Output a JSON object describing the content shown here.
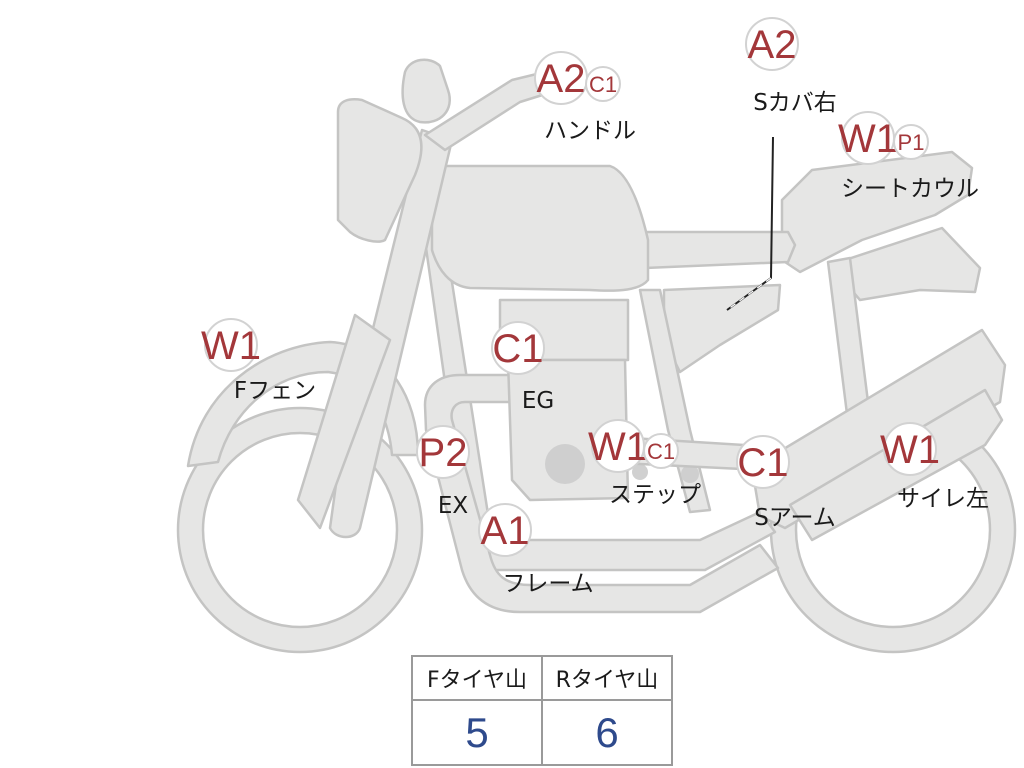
{
  "diagram": {
    "colors": {
      "badge_code": "#a3373a",
      "value": "#2e4a8c",
      "bike_fill": "#e6e6e5",
      "bike_stroke": "#c4c4c3"
    },
    "markers": [
      {
        "id": "handle",
        "codes": [
          "A2",
          "C1"
        ],
        "label": "ハンドル"
      },
      {
        "id": "s-cover-right",
        "codes": [
          "A2"
        ],
        "label": "Sカバ右"
      },
      {
        "id": "seat-cowl",
        "codes": [
          "W1",
          "P1"
        ],
        "label": "シートカウル"
      },
      {
        "id": "f-fender",
        "codes": [
          "W1"
        ],
        "label": "Fフェン"
      },
      {
        "id": "eg",
        "codes": [
          "C1"
        ],
        "label": "EG"
      },
      {
        "id": "ex",
        "codes": [
          "P2"
        ],
        "label": "EX"
      },
      {
        "id": "step",
        "codes": [
          "W1",
          "C1"
        ],
        "label": "ステップ"
      },
      {
        "id": "s-arm",
        "codes": [
          "C1"
        ],
        "label": "Sアーム"
      },
      {
        "id": "silencer-left",
        "codes": [
          "W1"
        ],
        "label": "サイレ左"
      },
      {
        "id": "frame",
        "codes": [
          "A1"
        ],
        "label": "フレーム"
      }
    ]
  },
  "tire_table": {
    "headers": [
      "Fタイヤ山",
      "Rタイヤ山"
    ],
    "values": [
      "5",
      "6"
    ]
  }
}
